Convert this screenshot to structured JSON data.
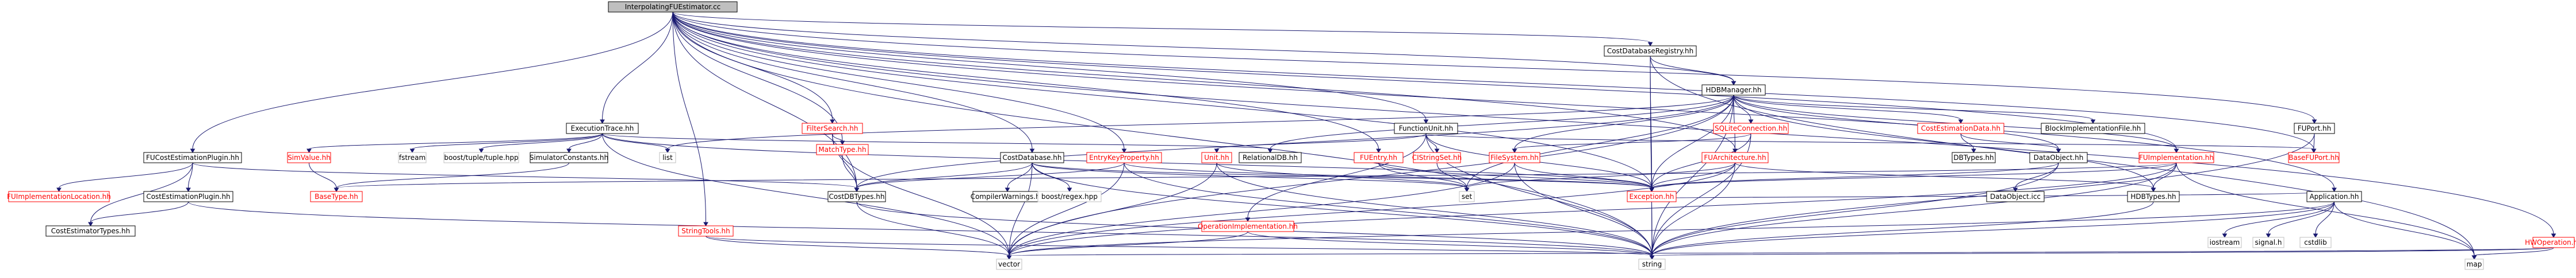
{
  "colors": {
    "edge": "#191970",
    "box_border": "#000000",
    "highlight_border": "#bfbfbf",
    "highlight_fill": "#bfbfbf",
    "normal_text": "#000000",
    "linked_text": "#ff0000",
    "background": "#ffffff"
  },
  "graph": {
    "root": "InterpolatingFUEstimator.cc",
    "nodes": [
      {
        "id": "root",
        "label": "InterpolatingFUEstimator.cc",
        "kind": "root"
      },
      {
        "id": "fucep",
        "label": "FUCostEstimationPlugin.hh",
        "kind": "boxed"
      },
      {
        "id": "exectrace",
        "label": "ExecutionTrace.hh",
        "kind": "boxed"
      },
      {
        "id": "filtersearch",
        "label": "FilterSearch.hh",
        "kind": "link"
      },
      {
        "id": "matchtype",
        "label": "MatchType.hh",
        "kind": "link"
      },
      {
        "id": "costdatabase",
        "label": "CostDatabase.hh",
        "kind": "boxed"
      },
      {
        "id": "entrykeyprop",
        "label": "EntryKeyProperty.hh",
        "kind": "link"
      },
      {
        "id": "functionunit",
        "label": "FunctionUnit.hh",
        "kind": "boxed"
      },
      {
        "id": "fuentry",
        "label": "FUEntry.hh",
        "kind": "link"
      },
      {
        "id": "cdbregistry",
        "label": "CostDatabaseRegistry.hh",
        "kind": "boxed"
      },
      {
        "id": "hdbmanager",
        "label": "HDBManager.hh",
        "kind": "boxed"
      },
      {
        "id": "sqliteconn",
        "label": "SQLiteConnection.hh",
        "kind": "link"
      },
      {
        "id": "costestdata",
        "label": "CostEstimationData.hh",
        "kind": "link"
      },
      {
        "id": "blockimplfile",
        "label": "BlockImplementationFile.hh",
        "kind": "boxed"
      },
      {
        "id": "fuport",
        "label": "FUPort.hh",
        "kind": "boxed"
      },
      {
        "id": "hwoperation",
        "label": "HWOperation.hh",
        "kind": "link"
      },
      {
        "id": "fuimplloc",
        "label": "FUImplementationLocation.hh",
        "kind": "link"
      },
      {
        "id": "costestplugin",
        "label": "CostEstimationPlugin.hh",
        "kind": "boxed"
      },
      {
        "id": "costesttypes",
        "label": "CostEstimatorTypes.hh",
        "kind": "boxed"
      },
      {
        "id": "simvalue",
        "label": "SimValue.hh",
        "kind": "link"
      },
      {
        "id": "basetype",
        "label": "BaseType.hh",
        "kind": "link"
      },
      {
        "id": "fstream",
        "label": "fstream",
        "kind": "plain"
      },
      {
        "id": "boosttuple",
        "label": "boost/tuple/tuple.hpp",
        "kind": "plain"
      },
      {
        "id": "simconst",
        "label": "SimulatorConstants.hh",
        "kind": "boxed"
      },
      {
        "id": "list",
        "label": "list",
        "kind": "plain"
      },
      {
        "id": "stringtools",
        "label": "StringTools.hh",
        "kind": "link"
      },
      {
        "id": "costdbtypes",
        "label": "CostDBTypes.hh",
        "kind": "boxed"
      },
      {
        "id": "compilerwarn",
        "label": "CompilerWarnings.hh",
        "kind": "boxed"
      },
      {
        "id": "boostregex",
        "label": "boost/regex.hpp",
        "kind": "plain"
      },
      {
        "id": "unit",
        "label": "Unit.hh",
        "kind": "link"
      },
      {
        "id": "relationaldb",
        "label": "RelationalDB.hh",
        "kind": "boxed"
      },
      {
        "id": "cstringset",
        "label": "CIStringSet.hh",
        "kind": "link"
      },
      {
        "id": "filesystem",
        "label": "FileSystem.hh",
        "kind": "link"
      },
      {
        "id": "fuarch",
        "label": "FUArchitecture.hh",
        "kind": "link"
      },
      {
        "id": "dbtypes",
        "label": "DBTypes.hh",
        "kind": "boxed"
      },
      {
        "id": "dataobject",
        "label": "DataObject.hh",
        "kind": "boxed"
      },
      {
        "id": "fuimpl",
        "label": "FUImplementation.hh",
        "kind": "link"
      },
      {
        "id": "baseport",
        "label": "BaseFUPort.hh",
        "kind": "link"
      },
      {
        "id": "opimpl",
        "label": "OperationImplementation.hh",
        "kind": "link"
      },
      {
        "id": "set",
        "label": "set",
        "kind": "plain"
      },
      {
        "id": "exception",
        "label": "Exception.hh",
        "kind": "link"
      },
      {
        "id": "dataobjecticc",
        "label": "DataObject.icc",
        "kind": "boxed"
      },
      {
        "id": "hdbtypes",
        "label": "HDBTypes.hh",
        "kind": "boxed"
      },
      {
        "id": "application",
        "label": "Application.hh",
        "kind": "boxed"
      },
      {
        "id": "vector",
        "label": "vector",
        "kind": "plain"
      },
      {
        "id": "string",
        "label": "string",
        "kind": "plain"
      },
      {
        "id": "iostream",
        "label": "iostream",
        "kind": "plain"
      },
      {
        "id": "signalh",
        "label": "signal.h",
        "kind": "plain"
      },
      {
        "id": "cstdlib",
        "label": "cstdlib",
        "kind": "plain"
      },
      {
        "id": "map",
        "label": "map",
        "kind": "plain"
      }
    ],
    "edges": [
      [
        "root",
        "fucep"
      ],
      [
        "root",
        "exectrace"
      ],
      [
        "root",
        "filtersearch"
      ],
      [
        "root",
        "matchtype"
      ],
      [
        "root",
        "costdatabase"
      ],
      [
        "root",
        "entrykeyprop"
      ],
      [
        "root",
        "functionunit"
      ],
      [
        "root",
        "fuentry"
      ],
      [
        "root",
        "cdbregistry"
      ],
      [
        "root",
        "hdbmanager"
      ],
      [
        "root",
        "fuport"
      ],
      [
        "root",
        "hwoperation"
      ],
      [
        "root",
        "application"
      ],
      [
        "root",
        "exception"
      ],
      [
        "root",
        "costdbtypes"
      ],
      [
        "root",
        "stringtools"
      ],
      [
        "root",
        "baseport"
      ],
      [
        "root",
        "fuarch"
      ],
      [
        "root",
        "fuimpl"
      ],
      [
        "root",
        "string"
      ],
      [
        "fucep",
        "fuimplloc"
      ],
      [
        "fucep",
        "costestplugin"
      ],
      [
        "fucep",
        "costesttypes"
      ],
      [
        "fucep",
        "costdbtypes"
      ],
      [
        "costestplugin",
        "costesttypes"
      ],
      [
        "costestplugin",
        "string"
      ],
      [
        "exectrace",
        "simvalue"
      ],
      [
        "exectrace",
        "fstream"
      ],
      [
        "exectrace",
        "boosttuple"
      ],
      [
        "exectrace",
        "simconst"
      ],
      [
        "exectrace",
        "list"
      ],
      [
        "exectrace",
        "exception"
      ],
      [
        "exectrace",
        "vector"
      ],
      [
        "exectrace",
        "relationaldb"
      ],
      [
        "simvalue",
        "basetype"
      ],
      [
        "simconst",
        "basetype"
      ],
      [
        "filtersearch",
        "matchtype"
      ],
      [
        "filtersearch",
        "costdbtypes"
      ],
      [
        "filtersearch",
        "vector"
      ],
      [
        "matchtype",
        "costdbtypes"
      ],
      [
        "costdatabase",
        "compilerwarn"
      ],
      [
        "costdatabase",
        "boostregex"
      ],
      [
        "costdatabase",
        "costdbtypes"
      ],
      [
        "costdatabase",
        "exception"
      ],
      [
        "costdatabase",
        "vector"
      ],
      [
        "costdatabase",
        "string"
      ],
      [
        "costdatabase",
        "set"
      ],
      [
        "entrykeyprop",
        "costdbtypes"
      ],
      [
        "entrykeyprop",
        "exception"
      ],
      [
        "entrykeyprop",
        "string"
      ],
      [
        "entrykeyprop",
        "vector"
      ],
      [
        "functionunit",
        "unit"
      ],
      [
        "functionunit",
        "baseport"
      ],
      [
        "functionunit",
        "cstringset"
      ],
      [
        "functionunit",
        "exception"
      ],
      [
        "functionunit",
        "string"
      ],
      [
        "functionunit",
        "opimpl"
      ],
      [
        "unit",
        "set"
      ],
      [
        "unit",
        "string"
      ],
      [
        "unit",
        "vector"
      ],
      [
        "fuentry",
        "exception"
      ],
      [
        "fuentry",
        "set"
      ],
      [
        "cdbregistry",
        "hdbmanager"
      ],
      [
        "cdbregistry",
        "exception"
      ],
      [
        "cdbregistry",
        "map"
      ],
      [
        "cdbregistry",
        "string"
      ],
      [
        "hdbmanager",
        "list"
      ],
      [
        "hdbmanager",
        "sqliteconn"
      ],
      [
        "hdbmanager",
        "costestdata"
      ],
      [
        "hdbmanager",
        "blockimplfile"
      ],
      [
        "hdbmanager",
        "dataobject"
      ],
      [
        "hdbmanager",
        "fuimpl"
      ],
      [
        "hdbmanager",
        "hdbtypes"
      ],
      [
        "hdbmanager",
        "costdbtypes"
      ],
      [
        "hdbmanager",
        "exception"
      ],
      [
        "hdbmanager",
        "set"
      ],
      [
        "hdbmanager",
        "string"
      ],
      [
        "hdbmanager",
        "vector"
      ],
      [
        "hdbmanager",
        "filesystem"
      ],
      [
        "hdbmanager",
        "fuarch"
      ],
      [
        "hdbmanager",
        "relationaldb"
      ],
      [
        "sqliteconn",
        "filesystem"
      ],
      [
        "sqliteconn",
        "exception"
      ],
      [
        "sqliteconn",
        "string"
      ],
      [
        "filesystem",
        "exception"
      ],
      [
        "filesystem",
        "string"
      ],
      [
        "filesystem",
        "vector"
      ],
      [
        "costestdata",
        "dbtypes"
      ],
      [
        "costestdata",
        "dataobject"
      ],
      [
        "dataobject",
        "dataobjecticc"
      ],
      [
        "dataobject",
        "exception"
      ],
      [
        "dataobject",
        "string"
      ],
      [
        "fuarch",
        "exception"
      ],
      [
        "fuarch",
        "hdbtypes"
      ],
      [
        "fuarch",
        "string"
      ],
      [
        "fuarch",
        "set"
      ],
      [
        "fuarch",
        "vector"
      ],
      [
        "fuimpl",
        "hdbtypes"
      ],
      [
        "fuimpl",
        "exception"
      ],
      [
        "fuimpl",
        "string"
      ],
      [
        "fuimpl",
        "vector"
      ],
      [
        "fuimpl",
        "map"
      ],
      [
        "fuimpl",
        "basetype"
      ],
      [
        "exception",
        "string"
      ],
      [
        "hdbtypes",
        "string"
      ],
      [
        "stringtools",
        "string"
      ],
      [
        "stringtools",
        "vector"
      ],
      [
        "costdbtypes",
        "vector"
      ],
      [
        "costdbtypes",
        "string"
      ],
      [
        "opimpl",
        "string"
      ],
      [
        "opimpl",
        "vector"
      ],
      [
        "cstringset",
        "set"
      ],
      [
        "application",
        "iostream"
      ],
      [
        "application",
        "signalh"
      ],
      [
        "application",
        "cstdlib"
      ],
      [
        "application",
        "map"
      ],
      [
        "application",
        "string"
      ],
      [
        "application",
        "vector"
      ],
      [
        "application",
        "exception"
      ],
      [
        "fuport",
        "baseport"
      ],
      [
        "fuport",
        "string"
      ],
      [
        "hwoperation",
        "map"
      ],
      [
        "hwoperation",
        "string"
      ],
      [
        "hwoperation",
        "vector"
      ]
    ]
  }
}
